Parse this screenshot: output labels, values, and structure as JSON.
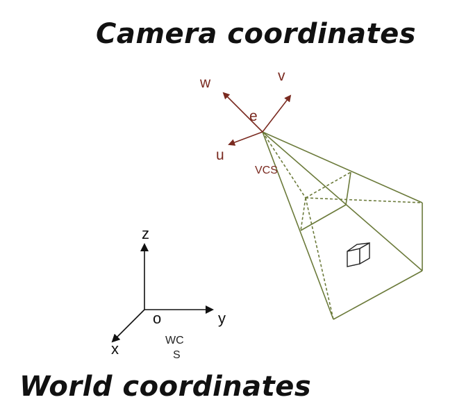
{
  "titles": {
    "camera": "Camera coordinates",
    "world": "World coordinates"
  },
  "camera_frame": {
    "origin_label": "e",
    "axes": {
      "w": "w",
      "v": "v",
      "u": "u"
    },
    "system_label": "VCS",
    "color": "#7a2a20"
  },
  "world_frame": {
    "origin_label": "o",
    "axes": {
      "x": "x",
      "y": "y",
      "z": "z"
    },
    "system_label_line1": "WC",
    "system_label_line2": "S",
    "color": "#111111"
  },
  "frustum": {
    "color": "#6b7a3a"
  }
}
